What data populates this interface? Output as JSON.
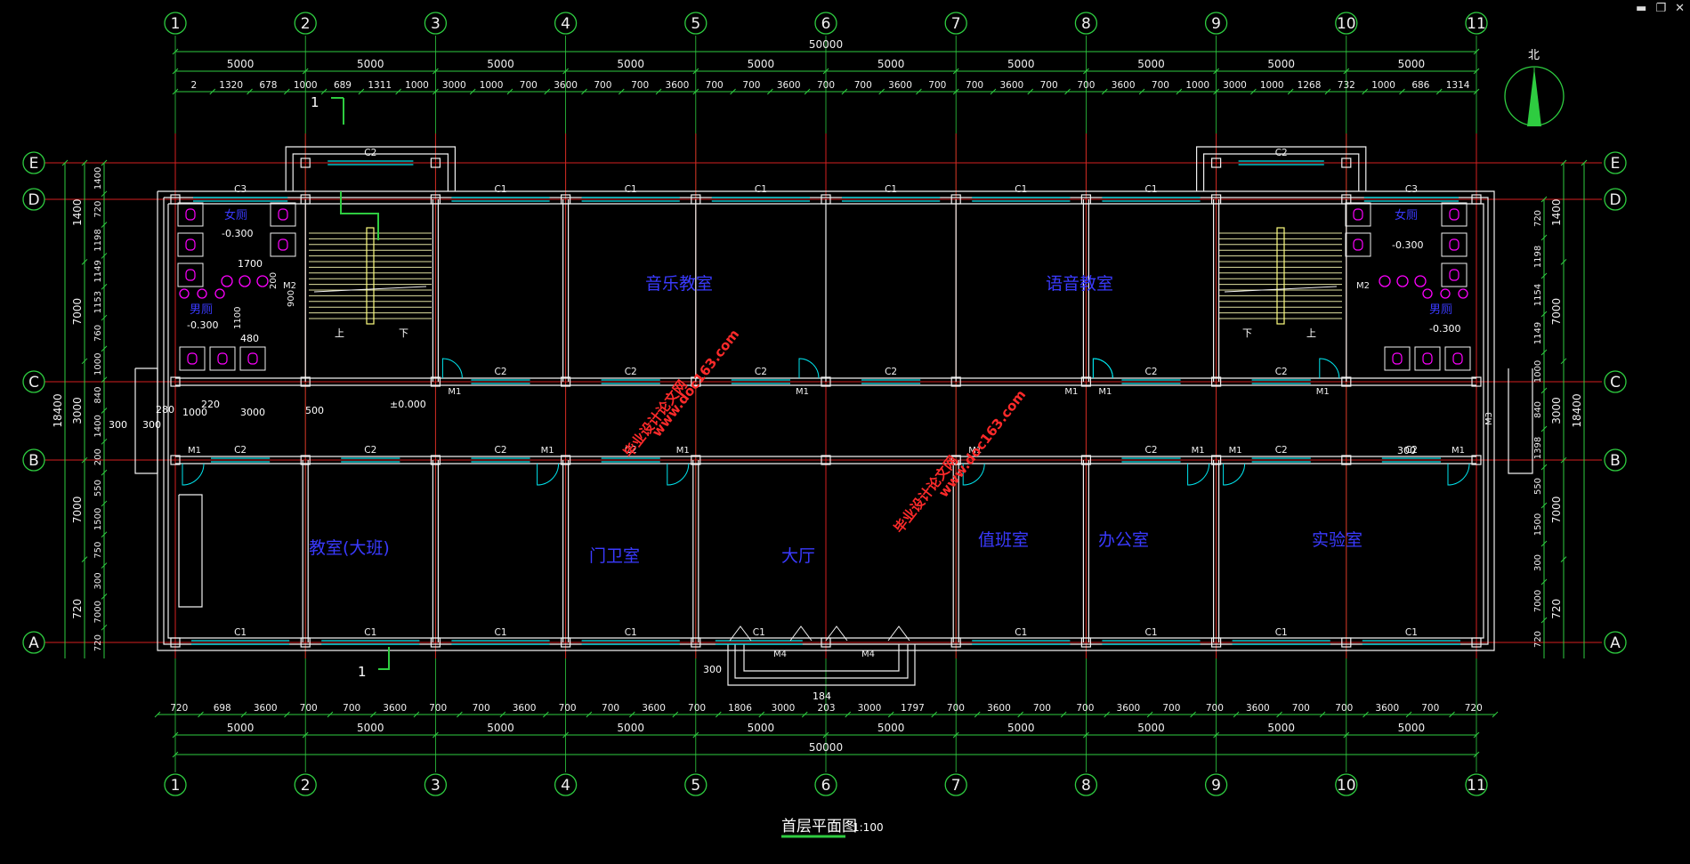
{
  "window_controls": {
    "minimize": "▬",
    "restore": "❐",
    "close": "✕"
  },
  "colors": {
    "background": "#000000",
    "grid_axis": "#d42020",
    "dimension": "#2ecc40",
    "wall": "#f0f0f0",
    "window": "#00e5ee",
    "room_label": "#3a3aff",
    "fixture": "#ff00ff",
    "stair": "#e0e0a0",
    "watermark": "#ff2a2a",
    "title_underline": "#2ecc40"
  },
  "axes_x": [
    "1",
    "2",
    "3",
    "4",
    "5",
    "6",
    "7",
    "8",
    "9",
    "10",
    "11"
  ],
  "axes_y": [
    "E",
    "D",
    "C",
    "B",
    "A"
  ],
  "dims": {
    "overall_top": "50000",
    "overall_bottom": "50000",
    "bays_top": [
      "5000",
      "5000",
      "5000",
      "5000",
      "5000",
      "5000",
      "5000",
      "5000",
      "5000",
      "5000"
    ],
    "bays_bottom": [
      "5000",
      "5000",
      "5000",
      "5000",
      "5000",
      "5000",
      "5000",
      "5000",
      "5000",
      "5000"
    ],
    "top_detail": [
      "2",
      "1320",
      "678",
      "1000",
      "689",
      "1311",
      "1000",
      "3000",
      "1000",
      "700",
      "3600",
      "700",
      "700",
      "3600",
      "700",
      "700",
      "3600",
      "700",
      "700",
      "3600",
      "700",
      "700",
      "3600",
      "700",
      "700",
      "3600",
      "700",
      "1000",
      "3000",
      "1000",
      "1268",
      "732",
      "1000",
      "686",
      "1314"
    ],
    "bottom_detail": [
      "720",
      "698",
      "3600",
      "700",
      "700",
      "3600",
      "700",
      "700",
      "3600",
      "700",
      "700",
      "3600",
      "700",
      "1806",
      "3000",
      "203",
      "3000",
      "1797",
      "700",
      "3600",
      "700",
      "700",
      "3600",
      "700",
      "700",
      "3600",
      "700",
      "700",
      "3600",
      "700",
      "720"
    ],
    "left_overall": "18400",
    "right_overall": "18400",
    "left_sections": [
      "1400",
      "7000",
      "3000",
      "7000",
      "720"
    ],
    "right_sections": [
      "1400",
      "7000",
      "3000",
      "7000",
      "720"
    ],
    "left_detail": [
      "1400",
      "720",
      "1198",
      "1149",
      "1153",
      "760",
      "1000",
      "840",
      "1400",
      "200",
      "550",
      "1500",
      "750",
      "300",
      "7000",
      "720"
    ],
    "right_detail": [
      "720",
      "1198",
      "1154",
      "1149",
      "1000",
      "840",
      "1398",
      "550",
      "1500",
      "300",
      "7000",
      "720"
    ],
    "small_a": "1700",
    "small_b": "480",
    "small_c": "280",
    "small_d": "1000",
    "small_e": "220",
    "small_f": "3000",
    "small_g": "500",
    "small_h": "300",
    "small_i": "1100",
    "small_j": "900",
    "small_k": "200",
    "small_l": "184",
    "entrance_300": "300"
  },
  "rooms": {
    "music": "音乐教室",
    "language": "语音教室",
    "classroom_big": "教室(大班)",
    "guard": "门卫室",
    "hall": "大厅",
    "duty": "值班室",
    "office": "办公室",
    "lab": "实验室",
    "female_left": "女厕",
    "male_left": "男厕",
    "female_right": "女厕",
    "male_right": "男厕"
  },
  "levels": {
    "wc": "-0.300",
    "floor": "±0.000"
  },
  "windows": {
    "c1": "C1",
    "c2": "C2",
    "c3": "C3"
  },
  "doors": {
    "m1": "M1",
    "m2": "M2",
    "m3": "M3",
    "m4": "M4"
  },
  "stairs": {
    "up": "上",
    "down": "下"
  },
  "section_mark": "1",
  "north": "北",
  "watermark": {
    "line1": "毕业设计论文网",
    "line2": "www.doc163.com"
  },
  "title": {
    "main": "首层平面图",
    "scale": "1:100"
  }
}
